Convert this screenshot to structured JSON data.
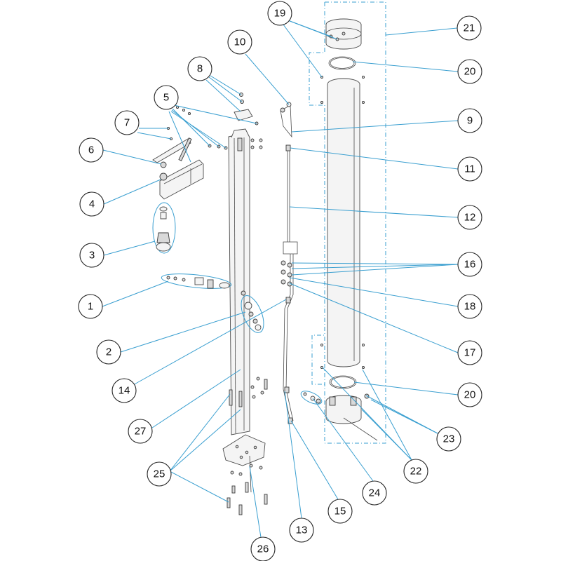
{
  "diagram": {
    "type": "exploded-parts-view",
    "colors": {
      "leader": "#3a9fd0",
      "line": "#4a4a4a",
      "callout_border": "#222222"
    },
    "callouts": [
      {
        "id": "c1",
        "label": "1"
      },
      {
        "id": "c2",
        "label": "2"
      },
      {
        "id": "c3",
        "label": "3"
      },
      {
        "id": "c4",
        "label": "4"
      },
      {
        "id": "c5",
        "label": "5"
      },
      {
        "id": "c6",
        "label": "6"
      },
      {
        "id": "c7",
        "label": "7"
      },
      {
        "id": "c8",
        "label": "8"
      },
      {
        "id": "c9",
        "label": "9"
      },
      {
        "id": "c10",
        "label": "10"
      },
      {
        "id": "c11",
        "label": "11"
      },
      {
        "id": "c12",
        "label": "12"
      },
      {
        "id": "c13",
        "label": "13"
      },
      {
        "id": "c14",
        "label": "14"
      },
      {
        "id": "c15",
        "label": "15"
      },
      {
        "id": "c16",
        "label": "16"
      },
      {
        "id": "c17",
        "label": "17"
      },
      {
        "id": "c18",
        "label": "18"
      },
      {
        "id": "c19",
        "label": "19"
      },
      {
        "id": "c20a",
        "label": "20"
      },
      {
        "id": "c20b",
        "label": "20"
      },
      {
        "id": "c21",
        "label": "21"
      },
      {
        "id": "c22",
        "label": "22"
      },
      {
        "id": "c23",
        "label": "23"
      },
      {
        "id": "c24",
        "label": "24"
      },
      {
        "id": "c25",
        "label": "25"
      },
      {
        "id": "c26",
        "label": "26"
      },
      {
        "id": "c27",
        "label": "27"
      }
    ]
  }
}
